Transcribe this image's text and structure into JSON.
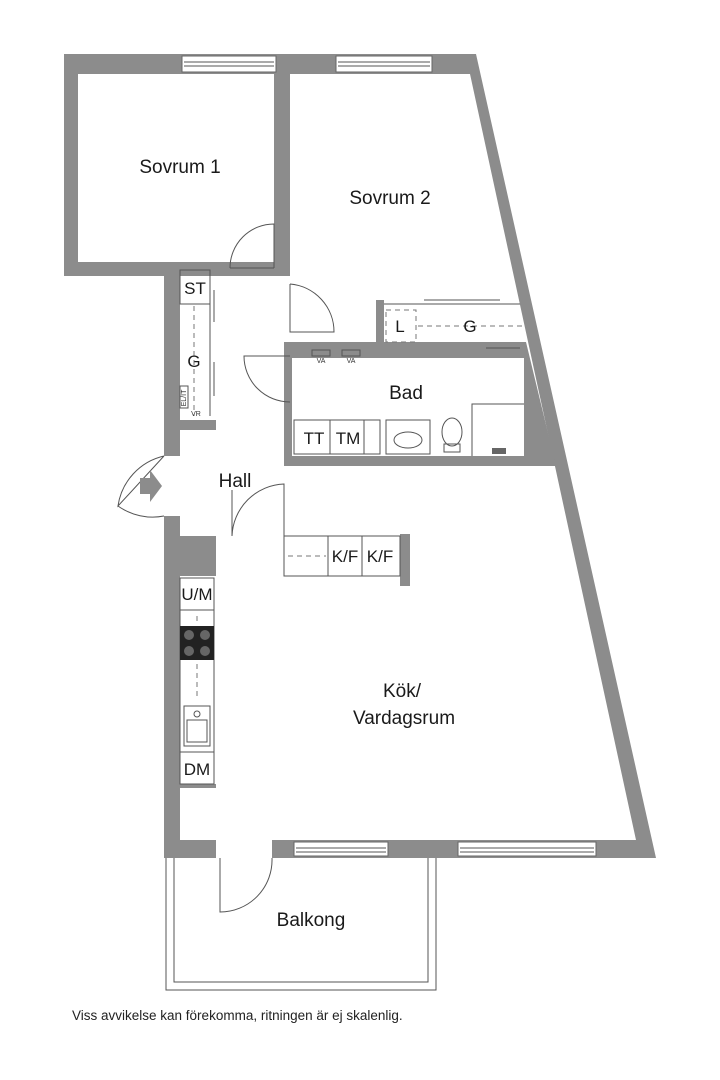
{
  "rooms": {
    "sovrum1": "Sovrum 1",
    "sovrum2": "Sovrum 2",
    "bad": "Bad",
    "hall": "Hall",
    "kok_line1": "Kök/",
    "kok_line2": "Vardagsrum",
    "balkong": "Balkong"
  },
  "fixtures": {
    "st": "ST",
    "g_hall": "G",
    "l": "L",
    "g_bedroom": "G",
    "tt": "TT",
    "tm": "TM",
    "kf1": "K/F",
    "kf2": "K/F",
    "um": "U/M",
    "dm": "DM",
    "va1": "VA",
    "va2": "VA",
    "vr": "VR",
    "elit": "EL/IT"
  },
  "disclaimer": "Viss avvikelse kan förekomma, ritningen är ej skalenlig.",
  "colors": {
    "wall": "#8c8c8c",
    "line": "#555555",
    "text": "#1a1a1a"
  }
}
